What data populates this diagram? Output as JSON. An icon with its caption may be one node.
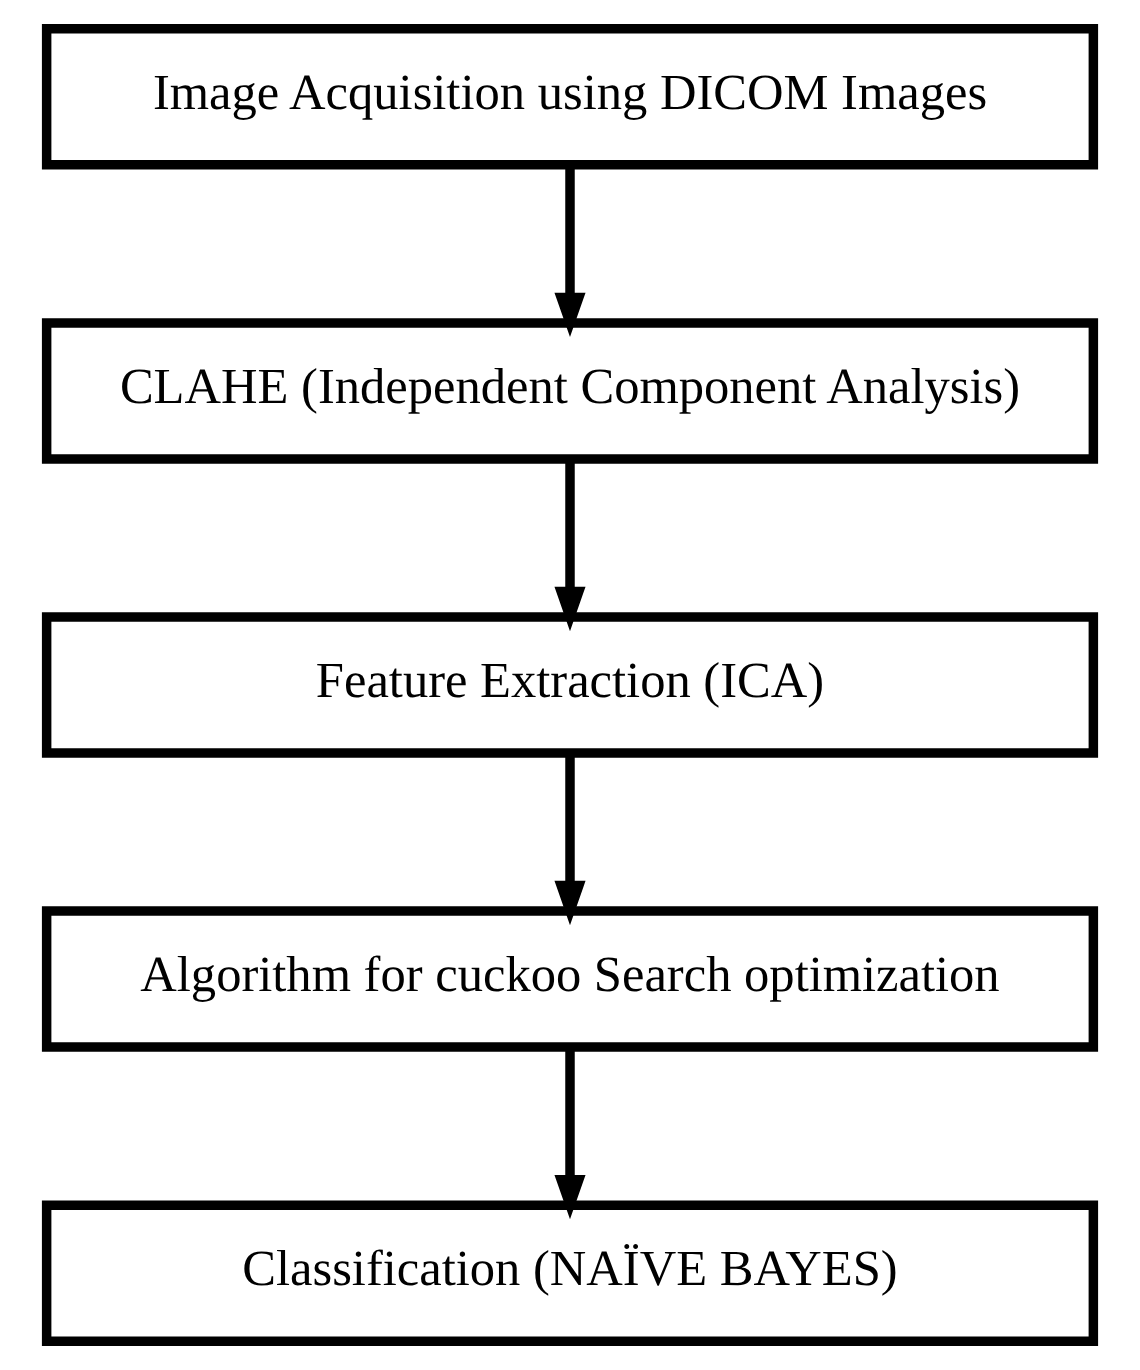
{
  "diagram": {
    "nodes": [
      {
        "text": [
          "Image Acquisition using DICOM Images"
        ]
      },
      {
        "text": [
          "CLAHE (Independent Component Analysis)"
        ]
      },
      {
        "text": [
          "Feature Extraction (ICA)"
        ]
      },
      {
        "text": [
          "Algorithm for cuckoo Search optimization"
        ]
      },
      {
        "text": [
          "Classification (NAÏVE BAYES)"
        ]
      }
    ],
    "edges": [
      {
        "from": 0,
        "to": 1,
        "arrow": "to"
      },
      {
        "from": 1,
        "to": 2,
        "arrow": "to"
      },
      {
        "from": 2,
        "to": 3,
        "arrow": "to"
      },
      {
        "from": 3,
        "to": 4,
        "arrow": "to"
      }
    ]
  }
}
